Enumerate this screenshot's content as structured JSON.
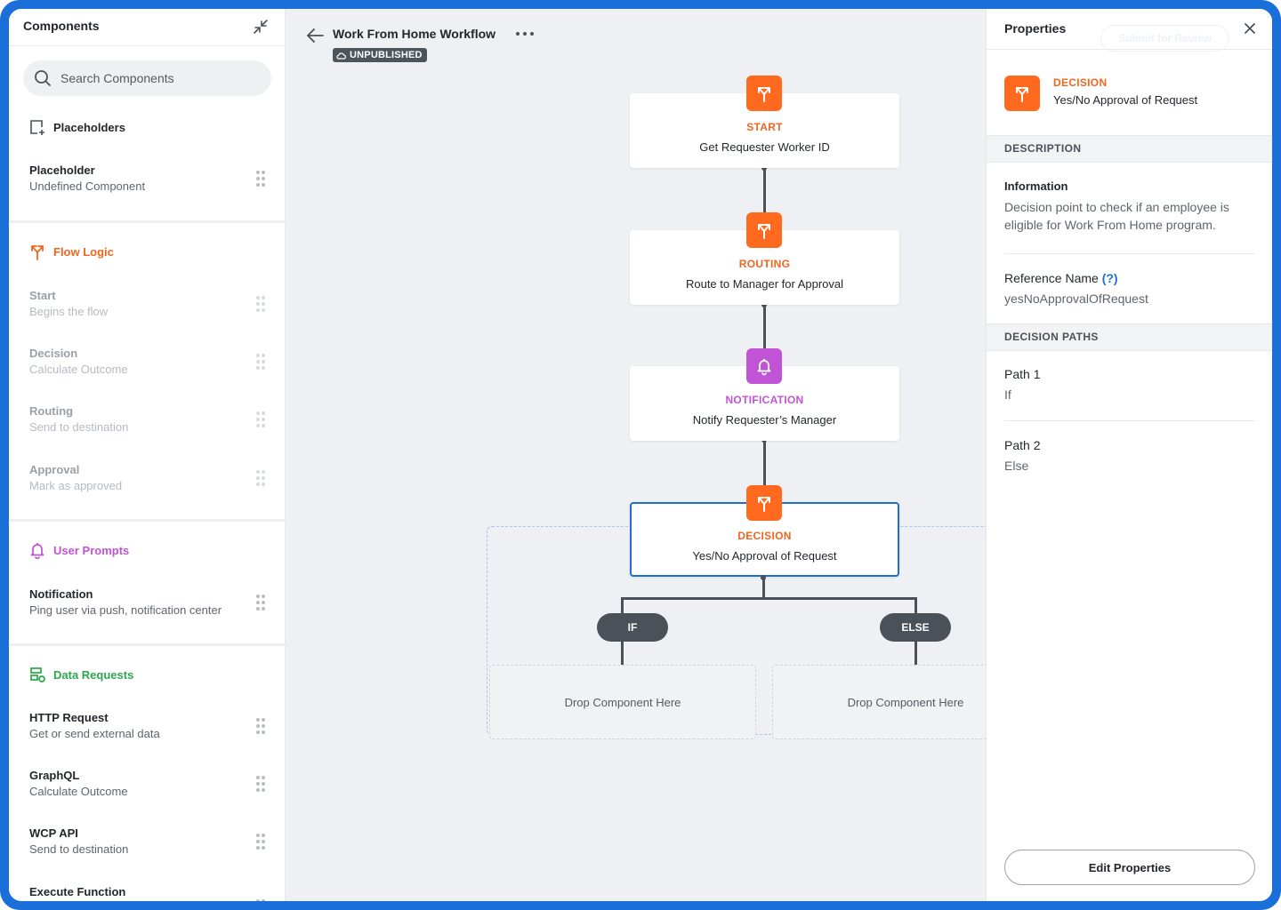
{
  "colors": {
    "frame": "#1a6fd8",
    "flow_logic": "#f0651f",
    "user_prompts": "#c154d6",
    "data_requests": "#2aa84a",
    "orange_icon": "#ff6a1f",
    "purple_icon": "#c154d6",
    "selected_border": "#1f6fcf"
  },
  "components_panel": {
    "title": "Components",
    "search_placeholder": "Search Components",
    "placeholders_group": "Placeholders",
    "placeholder_item": {
      "title": "Placeholder",
      "subtitle": "Undefined Component"
    },
    "flow_logic_group": "Flow Logic",
    "flow_logic_items": [
      {
        "title": "Start",
        "subtitle": "Begins the flow"
      },
      {
        "title": "Decision",
        "subtitle": "Calculate Outcome"
      },
      {
        "title": "Routing",
        "subtitle": "Send to destination"
      },
      {
        "title": "Approval",
        "subtitle": "Mark as approved"
      }
    ],
    "user_prompts_group": "User Prompts",
    "user_prompts_items": [
      {
        "title": "Notification",
        "subtitle": "Ping user via push, notification center"
      }
    ],
    "data_requests_group": "Data Requests",
    "data_requests_items": [
      {
        "title": "HTTP Request",
        "subtitle": "Get or send external data"
      },
      {
        "title": "GraphQL",
        "subtitle": "Calculate Outcome"
      },
      {
        "title": "WCP API",
        "subtitle": "Send to destination"
      },
      {
        "title": "Execute Function",
        "subtitle": ""
      }
    ]
  },
  "workflow": {
    "title": "Work From Home Workflow",
    "status": "UNPUBLISHED",
    "nodes": [
      {
        "type": "START",
        "label": "Get Requester Worker ID",
        "icon": "branch-icon"
      },
      {
        "type": "ROUTING",
        "label": "Route to Manager for Approval",
        "icon": "branch-icon"
      },
      {
        "type": "NOTIFICATION",
        "label": "Notify Requester’s Manager",
        "icon": "bell-icon"
      },
      {
        "type": "DECISION",
        "label": "Yes/No Approval of Request",
        "icon": "branch-icon"
      }
    ],
    "branches": [
      {
        "label": "IF",
        "drop_text": "Drop Component Here"
      },
      {
        "label": "ELSE",
        "drop_text": "Drop Component Here"
      }
    ]
  },
  "properties": {
    "title": "Properties",
    "submit_label": "Submit for Review",
    "selected_type": "DECISION",
    "selected_name": "Yes/No Approval of Request",
    "description_header": "DESCRIPTION",
    "information_label": "Information",
    "information_value": "Decision point to check if an employee is eligible for Work From Home program.",
    "reference_label": "Reference Name",
    "reference_help": "(?)",
    "reference_value": "yesNoApprovalOfRequest",
    "paths_header": "DECISION PATHS",
    "paths": [
      {
        "label": "Path 1",
        "value": "If"
      },
      {
        "label": "Path 2",
        "value": "Else"
      }
    ],
    "edit_button": "Edit Properties"
  }
}
